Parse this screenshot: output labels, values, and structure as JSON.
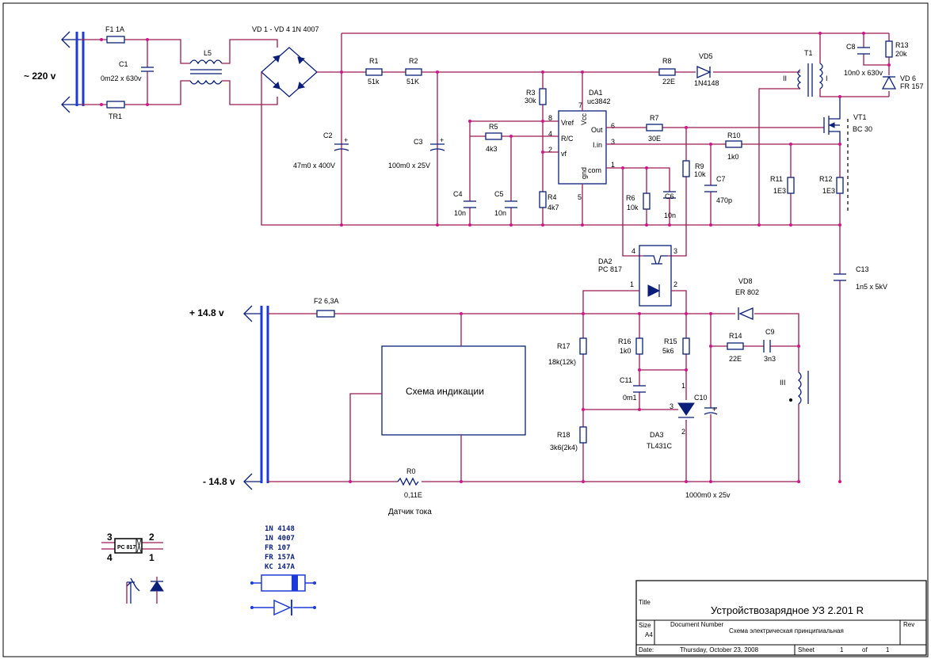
{
  "inputs": {
    "mains": "~ 220 v",
    "plus": "+ 14.8 v",
    "minus": "- 14.8 v"
  },
  "components": {
    "F1": "F1 1A",
    "C1_ref": "C1",
    "C1_val": "0m22 x 630v",
    "TR1": "TR1",
    "L5": "L5",
    "VD1": "VD 1 - VD 4   1N 4007",
    "R1_ref": "R1",
    "R1_val": "51k",
    "R2_ref": "R2",
    "R2_val": "51K",
    "R3_ref": "R3",
    "R3_val": "30k",
    "DA1_ref": "DA1",
    "DA1_val": "uc3842",
    "R8_ref": "R8",
    "R8_val": "22E",
    "VD5_ref": "VD5",
    "VD5_val": "1N4148",
    "T1": "T1",
    "C8_ref": "C8",
    "C8_val": "10n0 x 630v",
    "R13_ref": "R13",
    "R13_val": "20k",
    "VD6_ref": "VD 6",
    "VD6_val": "FR 157",
    "VT1_ref": "VT1",
    "VT1_val": "BC 30",
    "C2_ref": "C2",
    "C2_val": "47m0 x 400V",
    "C3_ref": "C3",
    "C3_val": "100m0 x 25V",
    "R5_ref": "R5",
    "R5_val": "4k3",
    "R7_ref": "R7",
    "R7_val": "30E",
    "R10_ref": "R10",
    "R10_val": "1k0",
    "R9_ref": "R9",
    "R9_val": "10k",
    "C7_ref": "C7",
    "C7_val": "470p",
    "R11_ref": "R11",
    "R11_val": "1E3",
    "R12_ref": "R12",
    "R12_val": "1E3",
    "C4_ref": "C4",
    "C4_val": "10n",
    "C5_ref": "C5",
    "C5_val": "10n",
    "R4_ref": "R4",
    "R4_val": "4k7",
    "R6_ref": "R6",
    "R6_val": "10k",
    "C6_ref": "C6",
    "C6_val": "10n",
    "DA2_ref": "DA2",
    "DA2_val": "PC 817",
    "C13_ref": "C13",
    "C13_val": "1n5 x 5kV",
    "F2": "F2  6,3A",
    "VD8_ref": "VD8",
    "VD8_val": "ER 802",
    "R17_ref": "R17",
    "R17_val": "18k(12k)",
    "R16_ref": "R16",
    "R16_val": "1k0",
    "R15_ref": "R15",
    "R15_val": "5k6",
    "R14_ref": "R14",
    "R14_val": "22E",
    "C9_ref": "C9",
    "C9_val": "3n3",
    "C11_ref": "C11",
    "C11_val": "0m1",
    "C10_ref": "C10",
    "C10_val": "1000m0 x 25v",
    "R18_ref": "R18",
    "R18_val": "3k6(2k4)",
    "DA3_ref": "DA3",
    "DA3_val": "TL431C",
    "R0_ref": "R0",
    "R0_val": "0,11E",
    "indication": "Схема индикации",
    "current_sensor": "Датчик тока"
  },
  "ic_pins": {
    "vref": "Vref",
    "rc": "R/C",
    "vf": "vf",
    "vcc": "Vcc",
    "out": "Out",
    "lin": "I.in",
    "gnd": "gnd",
    "com": "com",
    "p8": "8",
    "p4": "4",
    "p2": "2",
    "p7": "7",
    "p6": "6",
    "p3": "3",
    "p1": "1",
    "p5": "5"
  },
  "opto_pins": {
    "p4": "4",
    "p3": "3",
    "p1": "1",
    "p2": "2"
  },
  "tl431_pins": {
    "p1": "1",
    "p2": "2",
    "p3": "3"
  },
  "winding_labels": {
    "w1": "I",
    "w2": "II",
    "w3": "III"
  },
  "legend": {
    "opto_part": "PC 817",
    "pin3": "3",
    "pin2": "2",
    "pin4": "4",
    "pin1": "1",
    "diodes": [
      "1N 4148",
      "1N 4007",
      "FR 107",
      "FR 157A",
      "KC 147A"
    ]
  },
  "title_block": {
    "title_label": "Title",
    "title": "Устройствозарядное УЗ 2.201 R",
    "size_label": "Size",
    "size": "A4",
    "docnum_label": "Document Number",
    "docnum": "Схема электрическая принципиальная",
    "rev_label": "Rev",
    "date_label": "Date:",
    "date": "Thursday, October 23, 2008",
    "sheet_label": "Sheet",
    "sheet": "1",
    "of_label": "of",
    "of": "1"
  },
  "colors": {
    "wire": "#9c1a55",
    "component": "#0b1f7a",
    "bus": "#1c3ad8",
    "junction": "#d0158e"
  }
}
